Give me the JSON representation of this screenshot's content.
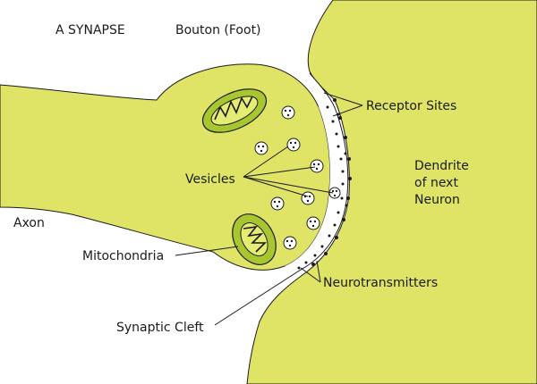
{
  "title": "A SYNAPSE",
  "labels": {
    "bouton": "Bouton (Foot)",
    "receptor_sites": "Receptor Sites",
    "vesicles": "Vesicles",
    "dendrite_line1": "Dendrite",
    "dendrite_line2": "of next",
    "dendrite_line3": "Neuron",
    "axon": "Axon",
    "mitochondria": "Mitochondria",
    "neurotransmitters": "Neurotransmitters",
    "synaptic_cleft": "Synaptic Cleft"
  },
  "colors": {
    "cell_fill": "#dfe467",
    "mito_outer": "#a8c62f",
    "mito_inner": "#e4ec74",
    "outline": "#1a1a1a",
    "background": "#ffffff"
  }
}
